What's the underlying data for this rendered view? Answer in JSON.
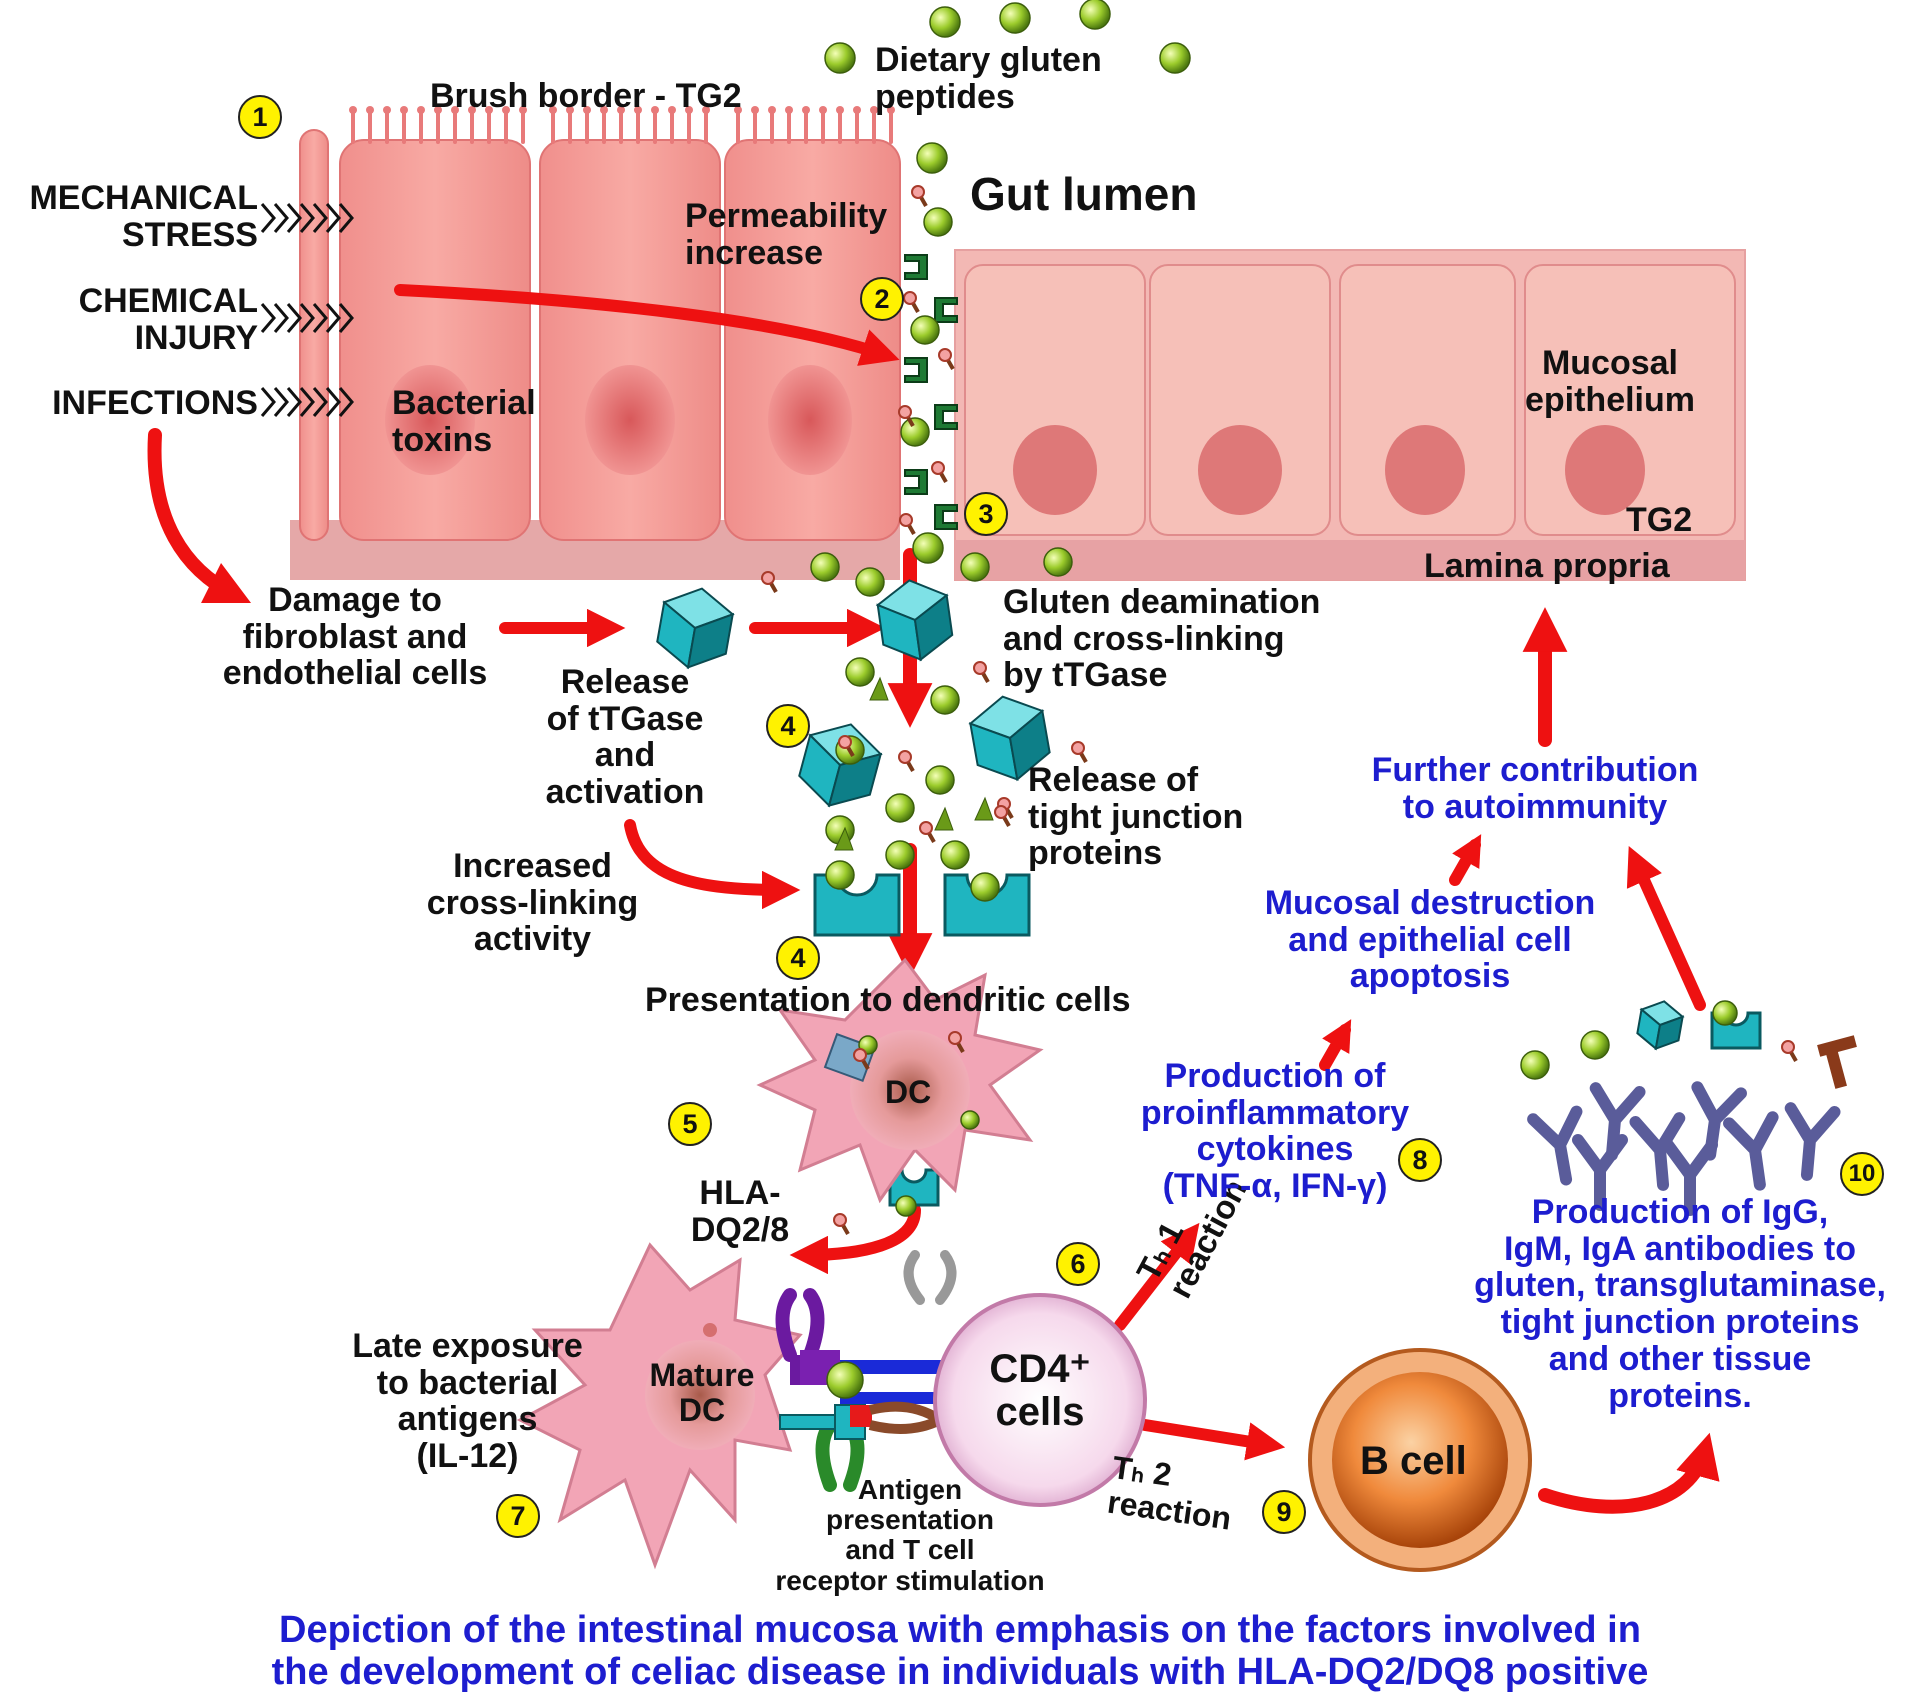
{
  "labels": {
    "brush_border": "Brush border - TG2",
    "dietary_gluten": "Dietary gluten\npeptides",
    "gut_lumen": "Gut lumen",
    "mechanical_stress": "MECHANICAL\nSTRESS",
    "chemical_injury": "CHEMICAL\nINJURY",
    "infections": "INFECTIONS",
    "bacterial_toxins": "Bacterial\ntoxins",
    "permeability": "Permeability\nincrease",
    "mucosal_epithelium": "Mucosal\nepithelium",
    "tg2": "TG2",
    "lamina_propria": "Lamina propria",
    "damage": "Damage to\nfibroblast and\nendothelial cells",
    "release_ttgase": "Release\nof tTGase\nand\nactivation",
    "gluten_deamination": "Gluten deamination\nand cross-linking\nby tTGase",
    "release_tight": "Release of\ntight junction\nproteins",
    "increased_crosslinking": "Increased\ncross-linking\nactivity",
    "presentation_dc": "Presentation to dendritic cells",
    "dc": "DC",
    "hla": "HLA-\nDQ2/8",
    "mature_dc": "Mature\nDC",
    "late_exposure": "Late exposure\nto bacterial\nantigens\n(IL-12)",
    "cd4": "CD4⁺\ncells",
    "antigen_presentation": "Antigen\npresentation\nand T cell\nreceptor stimulation",
    "th1": "Tₕ 1\nreaction",
    "th2": "Tₕ 2\nreaction",
    "b_cell": "B cell",
    "further_contribution": "Further contribution\nto autoimmunity",
    "mucosal_destruction": "Mucosal destruction\nand epithelial cell\napoptosis",
    "proinflammatory": "Production of\nproinflammatory\ncytokines\n(TNF-α, IFN-γ)",
    "antibodies": "Production of IgG,\nIgM, IgA antibodies to\ngluten, transglutaminase,\ntight junction proteins\nand other tissue\nproteins."
  },
  "step_numbers": [
    "1",
    "2",
    "3",
    "4",
    "4",
    "5",
    "6",
    "7",
    "8",
    "9",
    "10"
  ],
  "caption": "Depiction of the intestinal mucosa with emphasis on the factors involved in\nthe development of celiac disease in individuals with HLA-DQ2/DQ8 positive",
  "colors": {
    "cell_pink": "#f4a0a0",
    "arrow_red": "#ee1111",
    "gluten_green": "#9ccc2c",
    "tgase_teal": "#1fb5c0",
    "label_blue": "#1d1dcf",
    "number_yellow": "#fff200",
    "dc_pink": "#f2a5b6",
    "bcell_orange": "#e8772e",
    "antibody_purple": "#5a5c9a"
  }
}
